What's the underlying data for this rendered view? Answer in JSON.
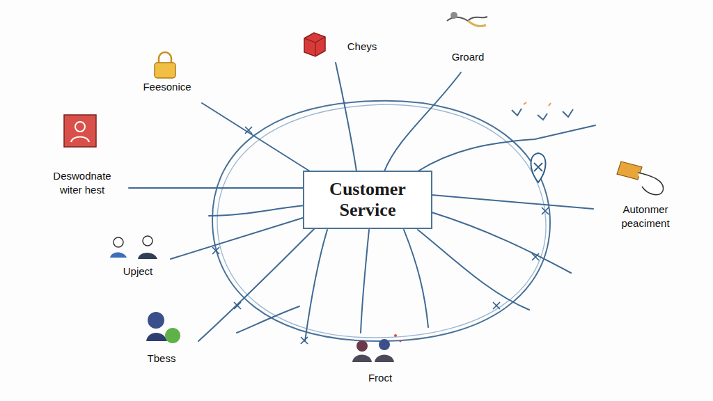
{
  "diagram": {
    "nodes": [
      {
        "text": [
          "Customer Service"
        ]
      }
    ],
    "labels": [
      "Cheys",
      "Groard",
      "Feesonice",
      "Deswodnate witer hest",
      "Autonmer peaciment",
      "Upject",
      "Tbess",
      "Froct"
    ]
  }
}
